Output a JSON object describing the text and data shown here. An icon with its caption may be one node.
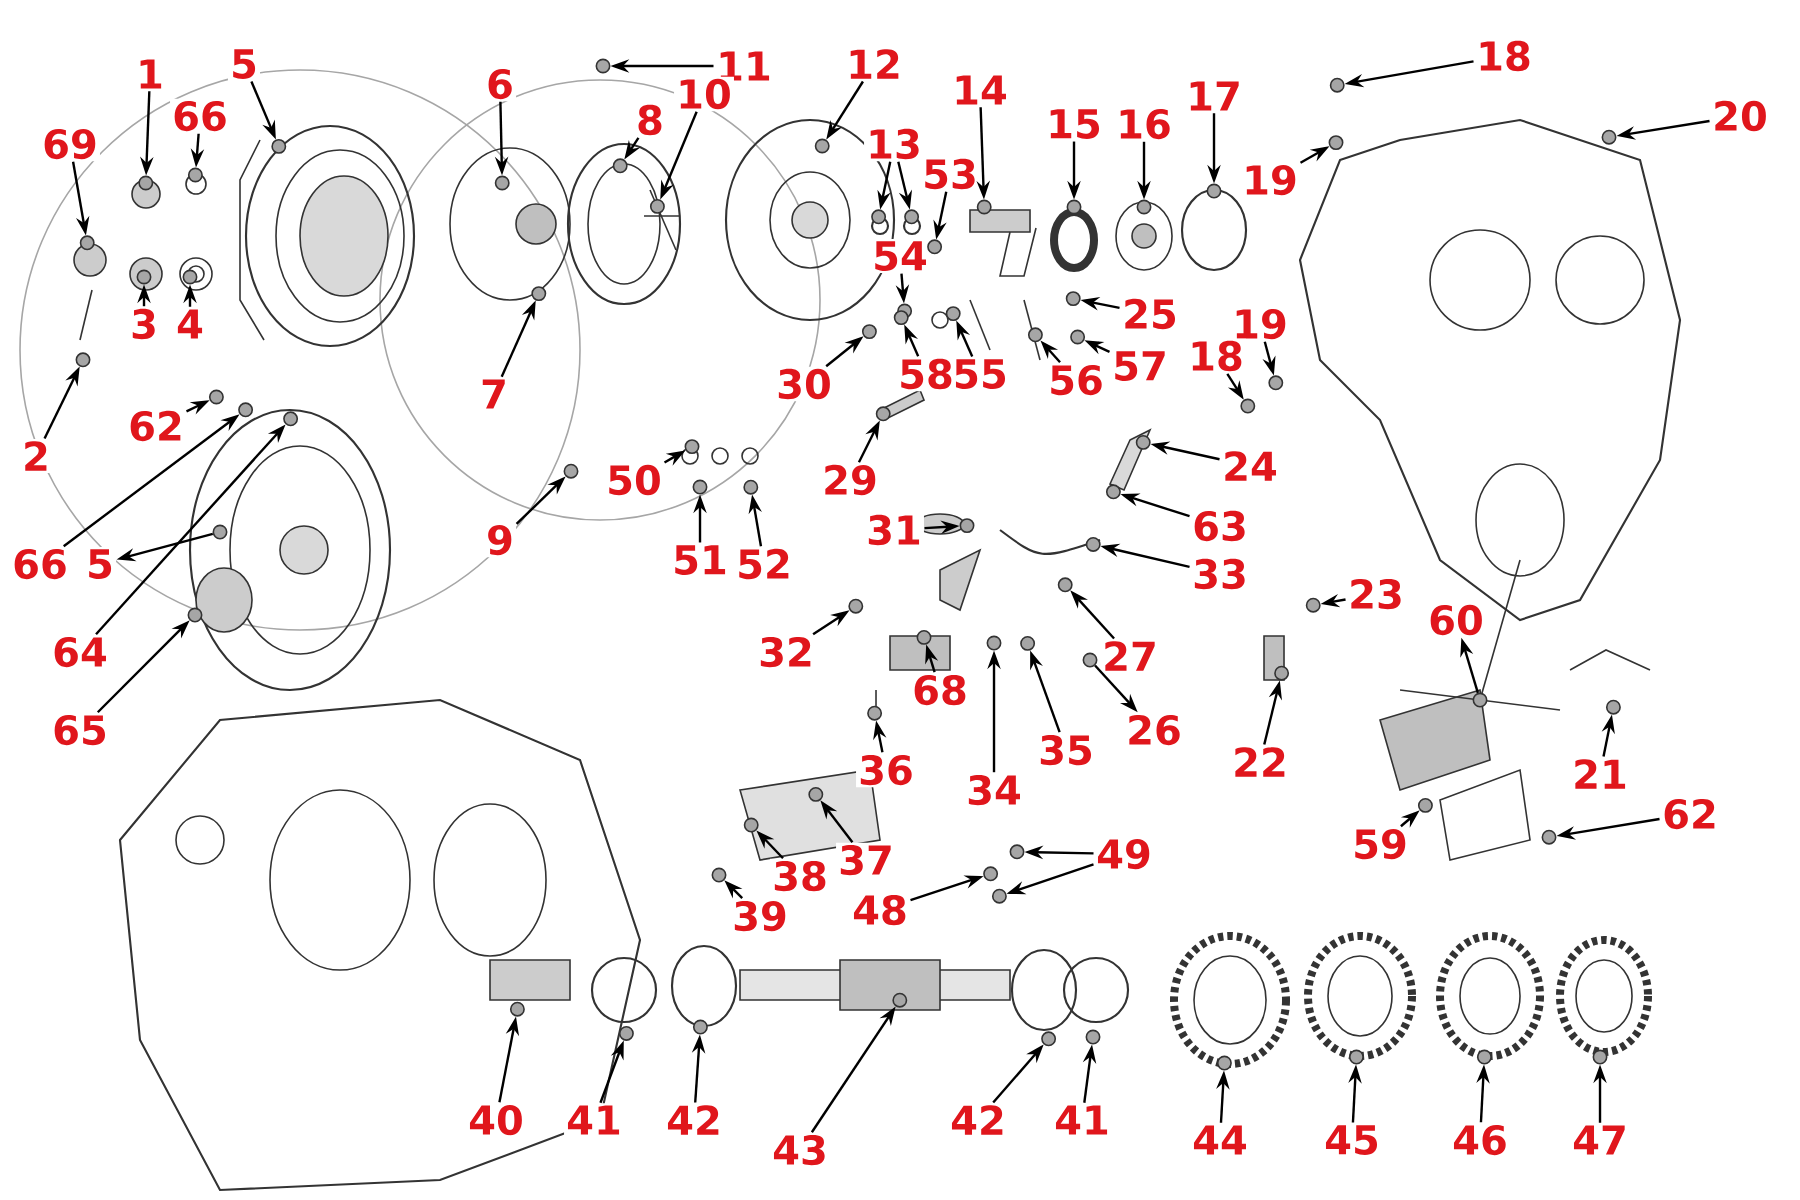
{
  "diagram": {
    "nodes": [
      {
        "text": [
          "18"
        ]
      },
      {
        "text": [
          "11"
        ]
      },
      {
        "text": [
          "12"
        ]
      },
      {
        "text": [
          "1"
        ]
      },
      {
        "text": [
          "5"
        ]
      },
      {
        "text": [
          "6"
        ]
      },
      {
        "text": [
          "14"
        ]
      },
      {
        "text": [
          "10"
        ]
      },
      {
        "text": [
          "17"
        ]
      },
      {
        "text": [
          "8"
        ]
      },
      {
        "text": [
          "20"
        ]
      },
      {
        "text": [
          "15"
        ]
      },
      {
        "text": [
          "16"
        ]
      },
      {
        "text": [
          "66"
        ]
      },
      {
        "text": [
          "13"
        ]
      },
      {
        "text": [
          "69"
        ]
      },
      {
        "text": [
          "53"
        ]
      },
      {
        "text": [
          "19"
        ]
      },
      {
        "text": [
          "54"
        ]
      },
      {
        "text": [
          "3"
        ]
      },
      {
        "text": [
          "4"
        ]
      },
      {
        "text": [
          "25"
        ]
      },
      {
        "text": [
          "19"
        ]
      },
      {
        "text": [
          "18"
        ]
      },
      {
        "text": [
          "57"
        ]
      },
      {
        "text": [
          "30"
        ]
      },
      {
        "text": [
          "55"
        ]
      },
      {
        "text": [
          "58"
        ]
      },
      {
        "text": [
          "56"
        ]
      },
      {
        "text": [
          "7"
        ]
      },
      {
        "text": [
          "62"
        ]
      },
      {
        "text": [
          "2"
        ]
      },
      {
        "text": [
          "24"
        ]
      },
      {
        "text": [
          "29"
        ]
      },
      {
        "text": [
          "50"
        ]
      },
      {
        "text": [
          "31"
        ]
      },
      {
        "text": [
          "63"
        ]
      },
      {
        "text": [
          "9"
        ]
      },
      {
        "text": [
          "51"
        ]
      },
      {
        "text": [
          "52"
        ]
      },
      {
        "text": [
          "66"
        ]
      },
      {
        "text": [
          "5"
        ]
      },
      {
        "text": [
          "33"
        ]
      },
      {
        "text": [
          "23"
        ]
      },
      {
        "text": [
          "60"
        ]
      },
      {
        "text": [
          "32"
        ]
      },
      {
        "text": [
          "64"
        ]
      },
      {
        "text": [
          "27"
        ]
      },
      {
        "text": [
          "68"
        ]
      },
      {
        "text": [
          "65"
        ]
      },
      {
        "text": [
          "26"
        ]
      },
      {
        "text": [
          "35"
        ]
      },
      {
        "text": [
          "22"
        ]
      },
      {
        "text": [
          "36"
        ]
      },
      {
        "text": [
          "21"
        ]
      },
      {
        "text": [
          "34"
        ]
      },
      {
        "text": [
          "62"
        ]
      },
      {
        "text": [
          "59"
        ]
      },
      {
        "text": [
          "49"
        ]
      },
      {
        "text": [
          "37"
        ]
      },
      {
        "text": [
          "38"
        ]
      },
      {
        "text": [
          "48"
        ]
      },
      {
        "text": [
          "39"
        ]
      },
      {
        "text": [
          "40"
        ]
      },
      {
        "text": [
          "41"
        ]
      },
      {
        "text": [
          "42"
        ]
      },
      {
        "text": [
          "42"
        ]
      },
      {
        "text": [
          "41"
        ]
      },
      {
        "text": [
          "44"
        ]
      },
      {
        "text": [
          "45"
        ]
      },
      {
        "text": [
          "46"
        ]
      },
      {
        "text": [
          "47"
        ]
      },
      {
        "text": [
          "43"
        ]
      },
      {
        "text": [],
        "shape": "circle"
      },
      {
        "text": [],
        "shape": "circle"
      },
      {
        "text": [],
        "shape": "circle"
      },
      {
        "text": [],
        "shape": "circle"
      },
      {
        "text": [],
        "shape": "circle"
      },
      {
        "text": [],
        "shape": "circle"
      },
      {
        "text": [],
        "shape": "circle"
      },
      {
        "text": [],
        "shape": "circle"
      },
      {
        "text": [],
        "shape": "circle"
      },
      {
        "text": [],
        "shape": "circle"
      },
      {
        "text": [],
        "shape": "circle"
      },
      {
        "text": [],
        "shape": "circle"
      },
      {
        "text": [],
        "shape": "circle"
      },
      {
        "text": [],
        "shape": "circle"
      },
      {
        "text": [],
        "shape": "circle"
      },
      {
        "text": [],
        "shape": "circle"
      },
      {
        "text": [],
        "shape": "circle"
      },
      {
        "text": [],
        "shape": "circle"
      },
      {
        "text": [],
        "shape": "circle"
      },
      {
        "text": [],
        "shape": "circle"
      },
      {
        "text": [],
        "shape": "circle"
      },
      {
        "text": [],
        "shape": "circle"
      },
      {
        "text": [],
        "shape": "circle"
      },
      {
        "text": [],
        "shape": "circle"
      },
      {
        "text": [],
        "shape": "circle"
      },
      {
        "text": [],
        "shape": "circle"
      },
      {
        "text": [],
        "shape": "circle"
      },
      {
        "text": [],
        "shape": "circle"
      },
      {
        "text": [],
        "shape": "circle"
      },
      {
        "text": [],
        "shape": "circle"
      },
      {
        "text": [],
        "shape": "circle"
      },
      {
        "text": [],
        "shape": "circle"
      },
      {
        "text": [],
        "shape": "circle"
      },
      {
        "text": [],
        "shape": "circle"
      },
      {
        "text": [],
        "shape": "circle"
      },
      {
        "text": [],
        "shape": "circle"
      },
      {
        "text": [],
        "shape": "circle"
      },
      {
        "text": [],
        "shape": "circle"
      },
      {
        "text": [],
        "shape": "circle"
      },
      {
        "text": [],
        "shape": "circle"
      },
      {
        "text": [],
        "shape": "circle"
      },
      {
        "text": [],
        "shape": "circle"
      },
      {
        "text": [],
        "shape": "circle"
      },
      {
        "text": [],
        "shape": "circle"
      },
      {
        "text": [],
        "shape": "circle"
      },
      {
        "text": [],
        "shape": "circle"
      },
      {
        "text": [],
        "shape": "circle"
      },
      {
        "text": [],
        "shape": "circle"
      },
      {
        "text": [],
        "shape": "circle"
      },
      {
        "text": [],
        "shape": "circle"
      },
      {
        "text": [],
        "shape": "circle"
      },
      {
        "text": [],
        "shape": "circle"
      },
      {
        "text": [],
        "shape": "circle"
      },
      {
        "text": [],
        "shape": "circle"
      },
      {
        "text": [],
        "shape": "circle"
      },
      {
        "text": [],
        "shape": "circle"
      },
      {
        "text": [],
        "shape": "circle"
      },
      {
        "text": [],
        "shape": "circle"
      },
      {
        "text": [],
        "shape": "circle"
      },
      {
        "text": [],
        "shape": "circle"
      },
      {
        "text": [],
        "shape": "circle"
      },
      {
        "text": [],
        "shape": "circle"
      },
      {
        "text": [],
        "shape": "circle"
      },
      {
        "text": [],
        "shape": "circle"
      },
      {
        "text": [],
        "shape": "circle"
      },
      {
        "text": [],
        "shape": "circle"
      },
      {
        "text": [],
        "shape": "circle"
      },
      {
        "text": [],
        "shape": "circle"
      },
      {
        "text": [],
        "shape": "circle"
      },
      {
        "text": [],
        "shape": "circle"
      },
      {
        "text": [],
        "shape": "circle"
      },
      {
        "text": [],
        "shape": "circle"
      },
      {
        "text": [],
        "shape": "circle"
      },
      {
        "text": [],
        "shape": "circle"
      },
      {
        "text": [],
        "shape": "circle"
      }
    ],
    "edges": [
      {
        "from": 0,
        "to": 73,
        "arrow": "to"
      },
      {
        "from": 1,
        "to": 74,
        "arrow": "to"
      },
      {
        "from": 2,
        "to": 75,
        "arrow": "to"
      },
      {
        "from": 3,
        "to": 76,
        "arrow": "to"
      },
      {
        "from": 4,
        "to": 77,
        "arrow": "to"
      },
      {
        "from": 5,
        "to": 78,
        "arrow": "to"
      },
      {
        "from": 6,
        "to": 79,
        "arrow": "to"
      },
      {
        "from": 7,
        "to": 80,
        "arrow": "to"
      },
      {
        "from": 8,
        "to": 81,
        "arrow": "to"
      },
      {
        "from": 9,
        "to": 82,
        "arrow": "to"
      },
      {
        "from": 10,
        "to": 83,
        "arrow": "to"
      },
      {
        "from": 11,
        "to": 84,
        "arrow": "to"
      },
      {
        "from": 12,
        "to": 85,
        "arrow": "to"
      },
      {
        "from": 13,
        "to": 86,
        "arrow": "to"
      },
      {
        "from": 14,
        "to": 87,
        "arrow": "to"
      },
      {
        "from": 14,
        "to": 88,
        "arrow": "to"
      },
      {
        "from": 15,
        "to": 89,
        "arrow": "to"
      },
      {
        "from": 16,
        "to": 90,
        "arrow": "to"
      },
      {
        "from": 17,
        "to": 91,
        "arrow": "to"
      },
      {
        "from": 18,
        "to": 92,
        "arrow": "to"
      },
      {
        "from": 19,
        "to": 93,
        "arrow": "to"
      },
      {
        "from": 20,
        "to": 94,
        "arrow": "to"
      },
      {
        "from": 21,
        "to": 95,
        "arrow": "to"
      },
      {
        "from": 22,
        "to": 96,
        "arrow": "to"
      },
      {
        "from": 23,
        "to": 97,
        "arrow": "to"
      },
      {
        "from": 24,
        "to": 98,
        "arrow": "to"
      },
      {
        "from": 25,
        "to": 99,
        "arrow": "to"
      },
      {
        "from": 26,
        "to": 100,
        "arrow": "to"
      },
      {
        "from": 27,
        "to": 101,
        "arrow": "to"
      },
      {
        "from": 28,
        "to": 102,
        "arrow": "to"
      },
      {
        "from": 29,
        "to": 103,
        "arrow": "to"
      },
      {
        "from": 30,
        "to": 104,
        "arrow": "to"
      },
      {
        "from": 31,
        "to": 105,
        "arrow": "to"
      },
      {
        "from": 32,
        "to": 106,
        "arrow": "to"
      },
      {
        "from": 33,
        "to": 107,
        "arrow": "to"
      },
      {
        "from": 34,
        "to": 108,
        "arrow": "to"
      },
      {
        "from": 35,
        "to": 109,
        "arrow": "to"
      },
      {
        "from": 36,
        "to": 110,
        "arrow": "to"
      },
      {
        "from": 37,
        "to": 111,
        "arrow": "to"
      },
      {
        "from": 38,
        "to": 112,
        "arrow": "to"
      },
      {
        "from": 39,
        "to": 113,
        "arrow": "to"
      },
      {
        "from": 40,
        "to": 114,
        "arrow": "to"
      },
      {
        "from": 115,
        "to": 41,
        "arrow": "to"
      },
      {
        "from": 42,
        "to": 116,
        "arrow": "to"
      },
      {
        "from": 43,
        "to": 117,
        "arrow": "to"
      },
      {
        "from": 118,
        "to": 44,
        "arrow": "to"
      },
      {
        "from": 45,
        "to": 119,
        "arrow": "to"
      },
      {
        "from": 46,
        "to": 120,
        "arrow": "to"
      },
      {
        "from": 47,
        "to": 121,
        "arrow": "to"
      },
      {
        "from": 48,
        "to": 122,
        "arrow": "to"
      },
      {
        "from": 49,
        "to": 123,
        "arrow": "to"
      },
      {
        "from": 124,
        "to": 50,
        "arrow": "to"
      },
      {
        "from": 51,
        "to": 125,
        "arrow": "to"
      },
      {
        "from": 52,
        "to": 126,
        "arrow": "to"
      },
      {
        "from": 53,
        "to": 127,
        "arrow": "to"
      },
      {
        "from": 54,
        "to": 128,
        "arrow": "to"
      },
      {
        "from": 55,
        "to": 129,
        "arrow": "to"
      },
      {
        "from": 56,
        "to": 130,
        "arrow": "to"
      },
      {
        "from": 57,
        "to": 131,
        "arrow": "to"
      },
      {
        "from": 58,
        "to": 132,
        "arrow": "to"
      },
      {
        "from": 58,
        "to": 133,
        "arrow": "to"
      },
      {
        "from": 59,
        "to": 134,
        "arrow": "to"
      },
      {
        "from": 60,
        "to": 135,
        "arrow": "to"
      },
      {
        "from": 61,
        "to": 136,
        "arrow": "to"
      },
      {
        "from": 62,
        "to": 137,
        "arrow": "to"
      },
      {
        "from": 63,
        "to": 138,
        "arrow": "to"
      },
      {
        "from": 64,
        "to": 139,
        "arrow": "to"
      },
      {
        "from": 65,
        "to": 140,
        "arrow": "to"
      },
      {
        "from": 66,
        "to": 141,
        "arrow": "to"
      },
      {
        "from": 67,
        "to": 142,
        "arrow": "to"
      },
      {
        "from": 68,
        "to": 143,
        "arrow": "to"
      },
      {
        "from": 69,
        "to": 144,
        "arrow": "to"
      },
      {
        "from": 70,
        "to": 145,
        "arrow": "to"
      },
      {
        "from": 71,
        "to": 146,
        "arrow": "to"
      },
      {
        "from": 72,
        "to": 147,
        "arrow": "to"
      }
    ]
  }
}
